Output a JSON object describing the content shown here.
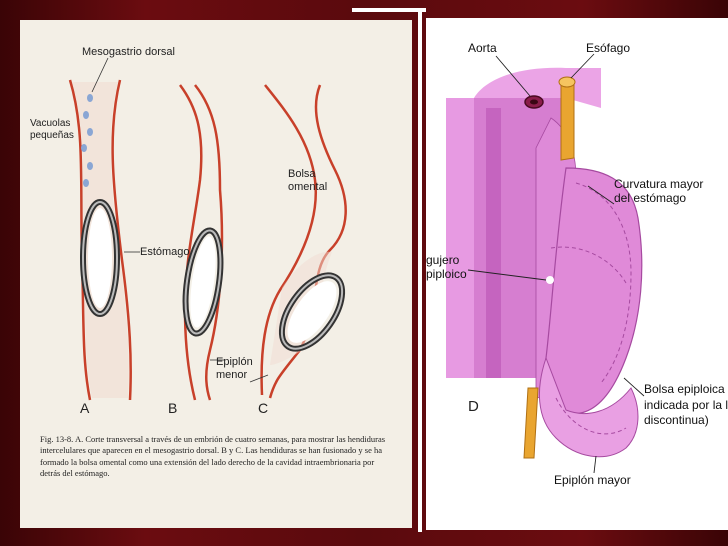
{
  "figure_left": {
    "labels": {
      "mesogastrio": "Mesogastrio dorsal",
      "vacuolas": "Vacuolas\npequeñas",
      "estomago": "Estómago",
      "bolsa": "Bolsa\nomental",
      "epiplon_menor": "Epiplón\nmenor"
    },
    "letters": [
      "A",
      "B",
      "C"
    ],
    "caption": "Fig. 13-8. A. Corte transversal a través de un embrión de cuatro semanas, para mostrar las hendiduras intercelulares que aparecen en el mesogastrio dorsal. B y C. Las hendiduras se han fusionado y se ha formado la bolsa omental como una extensión del lado derecho de la cavidad intraembrionaria por detrás del estómago."
  },
  "figure_right": {
    "labels": {
      "aorta": "Aorta",
      "esofago": "Esófago",
      "curvatura": "Curvatura mayor\ndel estómago",
      "agujero": "gujero\npiploico",
      "bolsa_epiploica": "Bolsa epiploica (\nindicada por la lí\ndiscontinua)",
      "epiplon_mayor": "Epiplón mayor",
      "letter": "D"
    }
  },
  "colors": {
    "background": "#5a0a0d",
    "tissue_red": "#c8402a",
    "pink": "#e08ad8",
    "pink_dark": "#b556b0",
    "esophagus": "#e9a530"
  }
}
